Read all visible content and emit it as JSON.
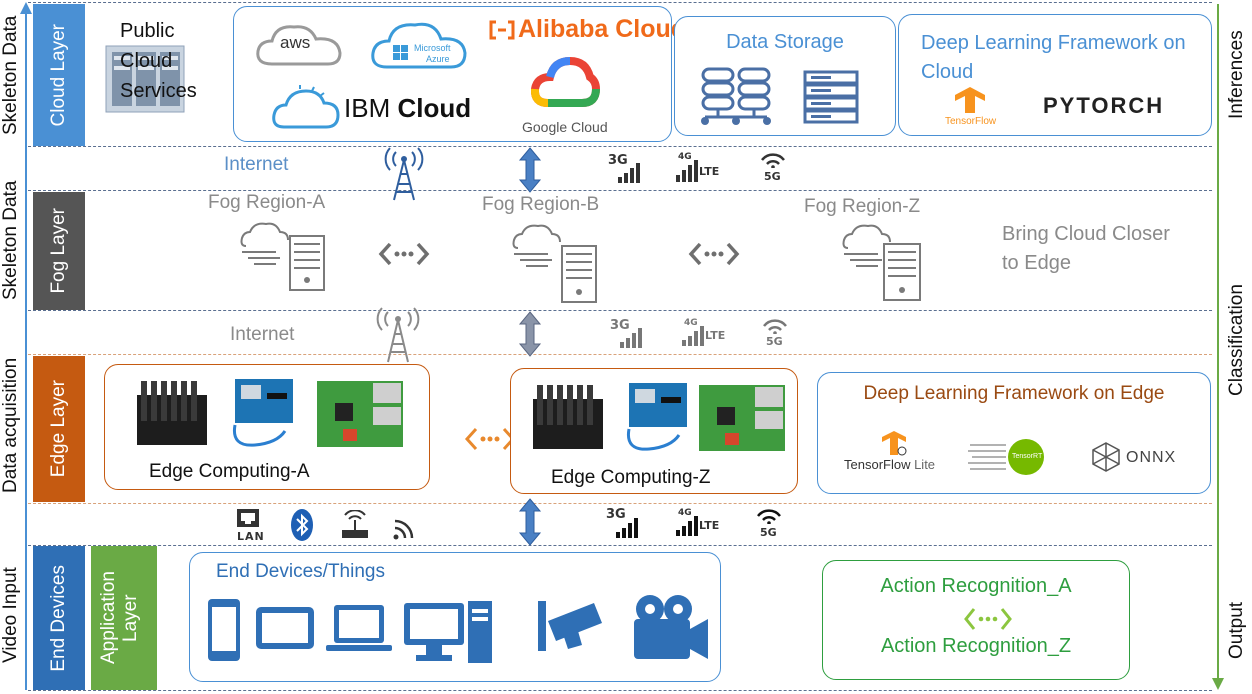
{
  "left_axis": {
    "skeleton_data_top": "Skeleton Data",
    "skeleton_data_mid": "Skeleton Data",
    "data_acquisition": "Data acquisition",
    "video_input": "Video Input"
  },
  "right_axis": {
    "inferences": "Inferences",
    "classification": "Classification",
    "output": "Output"
  },
  "layers": {
    "cloud": "Cloud Layer",
    "fog": "Fog Layer",
    "edge": "Edge Layer",
    "end_devices": "End Devices",
    "application": "Application Layer"
  },
  "cloud": {
    "public_cloud": "Public Cloud Services",
    "providers": {
      "aws": "aws",
      "azure_top": "Microsoft",
      "azure_bottom": "Azure",
      "alibaba": "Alibaba Cloud",
      "ibm_light": "IBM ",
      "ibm_bold": "Cloud",
      "google": "Google Cloud"
    },
    "data_storage": "Data Storage",
    "dl_framework": "Deep Learning Framework on Cloud",
    "tensorflow": "TensorFlow",
    "pytorch": "PYTORCH"
  },
  "network": {
    "internet_top": "Internet",
    "internet_mid": "Internet",
    "signals": {
      "g3": "3G",
      "g4": "4G",
      "lte": "LTE",
      "g5": "5G"
    },
    "lan": "LAN"
  },
  "fog": {
    "region_a": "Fog Region-A",
    "region_b": "Fog Region-B",
    "region_z": "Fog Region-Z",
    "bring_cloud": "Bring Cloud Closer to Edge"
  },
  "edge": {
    "computing_a": "Edge Computing-A",
    "computing_z": "Edge Computing-Z",
    "dl_framework": "Deep Learning Framework on Edge",
    "tflite_a": "TensorFlow",
    "tflite_b": " Lite",
    "tensorrt": "TensorRT",
    "onnx": "ONNX"
  },
  "end": {
    "devices_title": "End Devices/Things",
    "action_a": "Action Recognition_A",
    "action_z": "Action Recognition_Z"
  },
  "colors": {
    "cloud": "#4a90d4",
    "fog": "#555555",
    "edge": "#c55a11",
    "end": "#2f6fb5",
    "app": "#6aaa45",
    "green": "#2e9e3f",
    "orange": "#e8892d"
  }
}
